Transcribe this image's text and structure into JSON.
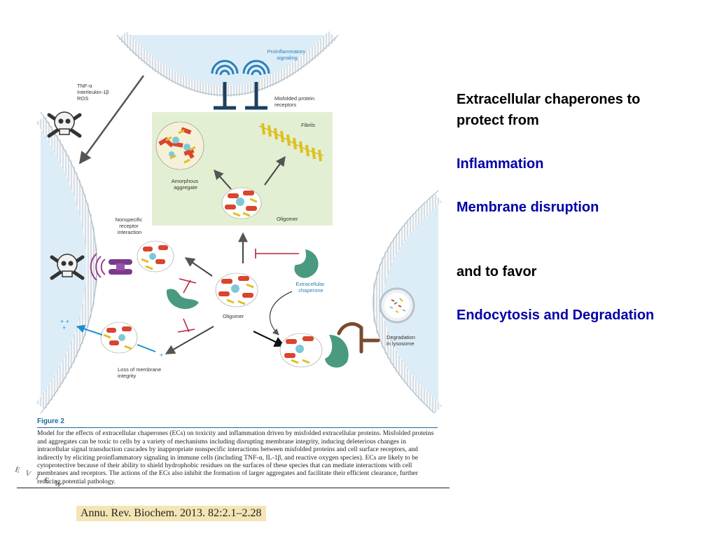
{
  "figure": {
    "labels": {
      "proinflammatory": [
        "Proinflammatory",
        "signaling"
      ],
      "tnf": [
        "TNF-α",
        "Interleukin-1β",
        "ROS"
      ],
      "misfolded_receptors": [
        "Misfolded protein",
        "receptors"
      ],
      "fibrils": "Fibrils",
      "amorphous": [
        "Amorphous",
        "aggregate"
      ],
      "oligomer_top": "Oligomer",
      "nonspecific": [
        "Nonspecific",
        "receptor",
        "interaction"
      ],
      "extracellular_chaperone": [
        "Extracellular",
        "chaperone"
      ],
      "oligomer_center": "Oligomer",
      "degradation": [
        "Degradation",
        "in lysosome"
      ],
      "loss_membrane": [
        "Loss of membrane",
        "integrity"
      ],
      "plus_marks": [
        "+ +",
        "+",
        "+"
      ]
    },
    "colors": {
      "helix": "#d9452e",
      "strand": "#e0c020",
      "core": "#7ec8d8",
      "chaperone": "#4a9a82",
      "receptor": "#1d4060",
      "membrane_fill": "#dcedf7",
      "green_box": "#e3efd2",
      "inhibit": "#b8233a",
      "ion_arrow": "#1a8fd0"
    }
  },
  "caption": {
    "title": "Figure 2",
    "text": "Model for the effects of extracellular chaperones (ECs) on toxicity and inflammation driven by misfolded extracellular proteins. Misfolded proteins and aggregates can be toxic to cells by a variety of mechanisms including disrupting membrane integrity, inducing deleterious changes in intracellular signal transduction cascades by inappropriate nonspecific interactions between misfolded proteins and cell surface receptors, and indirectly by eliciting proinflammatory signaling in immune cells (including TNF-α, IL-1β, and reactive oxygen species). ECs are likely to be cytoprotective because of their ability to shield hydrophobic residues on the surfaces of these species that can mediate interactions with cell membranes and receptors. The actions of the ECs also inhibit the formation of larger aggregates and facilitate their efficient clearance, further reducing potential pathology."
  },
  "watermark": "E V I E W",
  "citation": "Annu. Rev. Biochem. 2013. 82:2.1–2.28",
  "side_text": {
    "heading_line1": "Extracellular chaperones to",
    "heading_line2": "protect from",
    "item1": "Inflammation",
    "item2": "Membrane disruption",
    "favor": "and to favor",
    "item3": "Endocytosis and Degradation"
  }
}
